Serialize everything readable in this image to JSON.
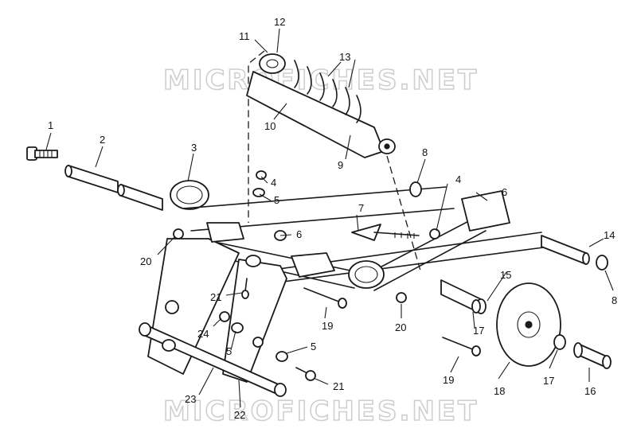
{
  "watermark": {
    "text": "MICROFICHES.NET",
    "color": "#cfcfcf"
  },
  "ink_color": "#1a1a1a",
  "callouts": {
    "c1": "1",
    "c2": "2",
    "c3": "3",
    "c4a": "4",
    "c4b": "4",
    "c5a": "5",
    "c5b": "5",
    "c5c": "5",
    "c6a": "6",
    "c6b": "6",
    "c7": "7",
    "c8a": "8",
    "c8b": "8",
    "c9": "9",
    "c10": "10",
    "c11": "11",
    "c12": "12",
    "c13": "13",
    "c14": "14",
    "c15": "15",
    "c16": "16",
    "c17a": "17",
    "c17b": "17",
    "c18": "18",
    "c19a": "19",
    "c19b": "19",
    "c20a": "20",
    "c20b": "20",
    "c21a": "21",
    "c21b": "21",
    "c22": "22",
    "c23": "23",
    "c24": "24"
  }
}
